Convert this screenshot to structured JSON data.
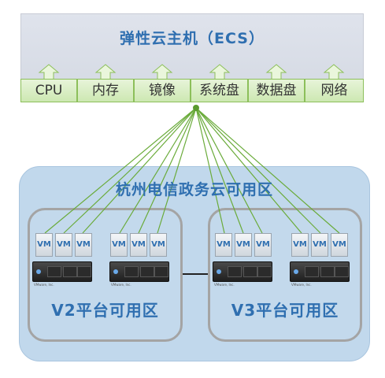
{
  "ecs": {
    "title": "弹性云主机（ECS）"
  },
  "resources": [
    {
      "label": "CPU"
    },
    {
      "label": "内存"
    },
    {
      "label": "镜像"
    },
    {
      "label": "系统盘"
    },
    {
      "label": "数据盘"
    },
    {
      "label": "网络"
    }
  ],
  "zone": {
    "title": "杭州电信政务云可用区"
  },
  "platforms": [
    {
      "label": "V2平台可用区"
    },
    {
      "label": "V3平台可用区"
    }
  ],
  "vm_label": "VM",
  "server_brand": "VMware, Inc.",
  "colors": {
    "title": "#2f6fb0",
    "resource_box": "#cde8b2",
    "lines": "#6aab3a",
    "zone": "#c1d8ec"
  }
}
